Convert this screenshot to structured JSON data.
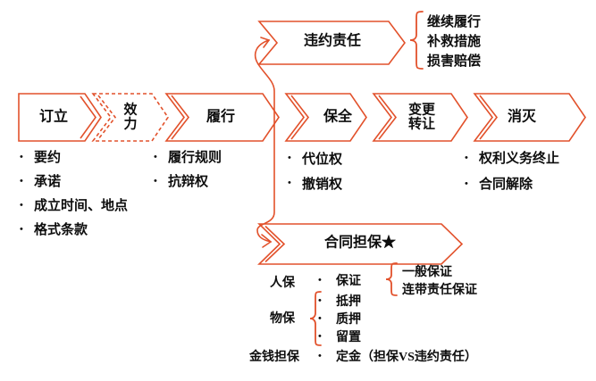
{
  "ui": {
    "bullet": "•"
  },
  "colors": {
    "accent": "#e2512b",
    "text": "#0d0d0d"
  },
  "flow": {
    "stages": [
      {
        "label": "订立",
        "sub": [
          "要约",
          "承诺",
          "成立时间、地点",
          "格式条款"
        ]
      },
      {
        "label": "效力",
        "lines": [
          "效",
          "力"
        ]
      },
      {
        "label": "履行",
        "sub": [
          "履行规则",
          "抗辩权"
        ]
      },
      {
        "label": "保全",
        "sub": [
          "代位权",
          "撤销权"
        ]
      },
      {
        "label": "变更转让",
        "lines": [
          "变更",
          "转让"
        ]
      },
      {
        "label": "消灭",
        "sub": [
          "权利义务终止",
          "合同解除"
        ]
      }
    ]
  },
  "breach": {
    "title": "违约责任",
    "items": [
      "继续履行",
      "补救措施",
      "损害赔偿"
    ]
  },
  "guarantee": {
    "title": "合同担保★",
    "personal": {
      "category": "人保",
      "item": "保证",
      "children": [
        "一般保证",
        "连带责任保证"
      ]
    },
    "property": {
      "category": "物保",
      "items": [
        "抵押",
        "质押",
        "留置"
      ]
    },
    "monetary": {
      "category": "金钱担保",
      "item": "定金（担保VS违约责任）"
    }
  }
}
